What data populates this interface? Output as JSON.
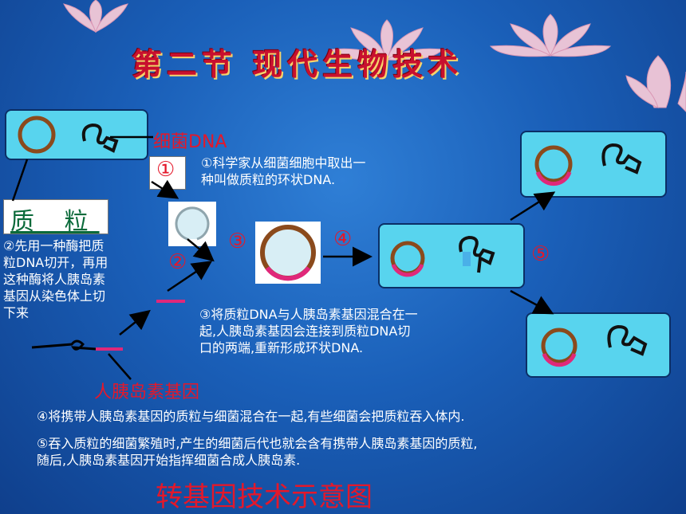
{
  "title": "第二节  现代生物技术",
  "labels": {
    "bacterial_dna": "细菌DNA",
    "plasmid": "质 粒",
    "insulin_gene": "人胰岛素基因",
    "caption": "转基因技术示意图"
  },
  "step_markers": [
    "①",
    "②",
    "③",
    "④",
    "⑤"
  ],
  "step_texts": {
    "s1": [
      "①科学家从细菌细胞中取出一",
      "种叫做质粒的环状DNA."
    ],
    "s2": [
      "②先用一种酶把质",
      "粒DNA切开，再用",
      "这种酶将人胰岛素",
      "基因从染色体上切",
      "下来"
    ],
    "s3": [
      "③将质粒DNA与人胰岛素基因混合在一",
      "起,人胰岛素基因会连接到质粒DNA切",
      "口的两端,重新形成环状DNA."
    ],
    "s4": "④将携带人胰岛素基因的质粒与细菌混合在一起,有些细菌会把质粒吞入体内.",
    "s5": [
      "⑤吞入质粒的细菌繁殖时,产生的细菌后代也就会含有携带人胰岛素基因的质粒,",
      "随后,人胰岛素基因开始指挥细菌合成人胰岛素."
    ]
  },
  "colors": {
    "cell_fill": "#58d4ee",
    "plasmid_ring": "#8b4a1c",
    "insert_gene": "#e0287a",
    "accent_red": "#e4182a"
  }
}
